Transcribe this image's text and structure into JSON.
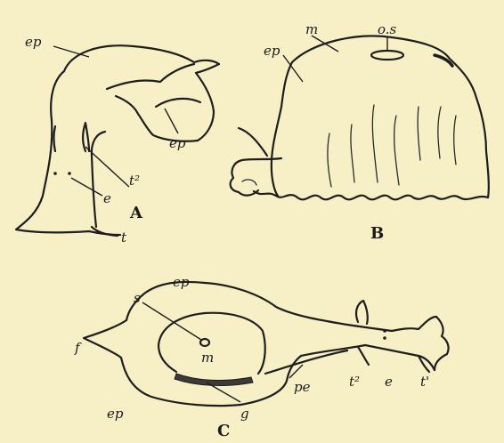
{
  "figure_a": {
    "caption": "A",
    "labels": {
      "ep_top": "ep",
      "ep_side": "ep",
      "t2": "t²",
      "e": "e",
      "t": "t"
    }
  },
  "figure_b": {
    "caption": "B",
    "labels": {
      "m": "m",
      "os": "o.s",
      "ep": "ep"
    }
  },
  "figure_c": {
    "caption": "C",
    "labels": {
      "ep_top": "ep",
      "ep_bottom": "ep",
      "s": "s",
      "m": "m",
      "f": "f",
      "pe": "pe",
      "t2": "t²",
      "e": "e",
      "t1": "t'",
      "g": "g"
    }
  }
}
